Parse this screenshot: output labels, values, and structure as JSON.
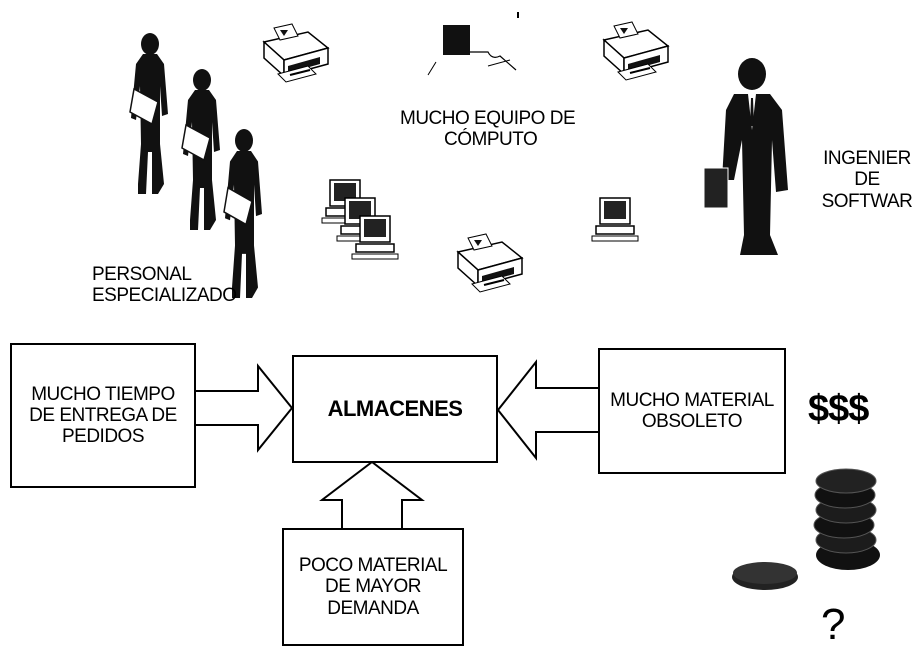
{
  "diagram": {
    "labels": {
      "personal": "PERSONAL ESPECIALIZADO",
      "equipo_line1": "MUCHO EQUIPO DE",
      "equipo_line2": "CÓMPUTO",
      "ingeniero_line1": "INGENIER",
      "ingeniero_line2": "DE",
      "ingeniero_line3": "SOFTWAR",
      "money": "$$$",
      "question": "?"
    },
    "boxes": {
      "tiempo": "MUCHO TIEMPO DE ENTREGA DE PEDIDOS",
      "almacenes": "ALMACENES",
      "obsoleto": "MUCHO MATERIAL OBSOLETO",
      "poco": "POCO MATERIAL DE MAYOR DEMANDA"
    },
    "icons": [
      "person-icon",
      "businessman-icon",
      "printer-icon",
      "computer-icon",
      "coins-icon"
    ]
  }
}
